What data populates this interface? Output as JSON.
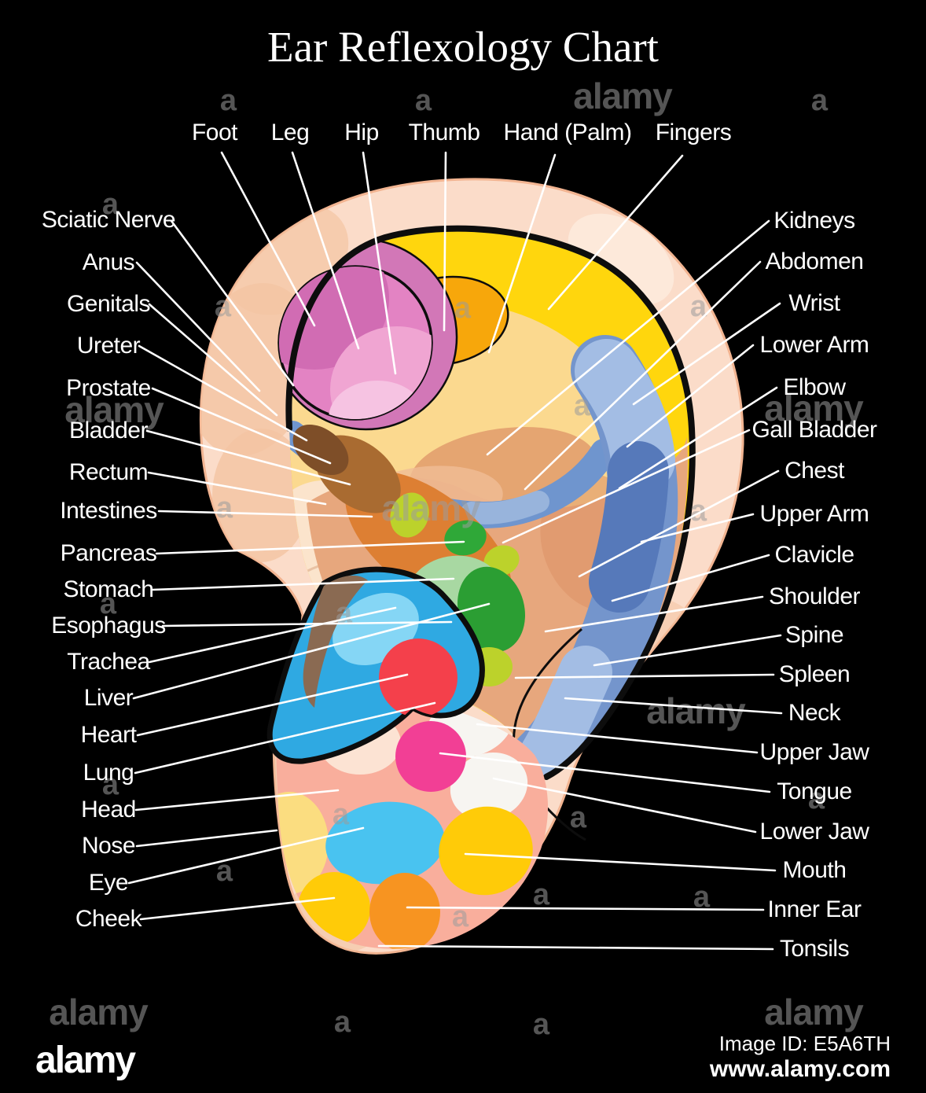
{
  "title": "Ear Reflexology Chart",
  "labels": {
    "top": [
      {
        "text": "Foot"
      },
      {
        "text": "Leg"
      },
      {
        "text": "Hip"
      },
      {
        "text": "Thumb"
      },
      {
        "text": "Hand (Palm)"
      },
      {
        "text": "Fingers"
      }
    ],
    "left": [
      {
        "text": "Sciatic Nerve"
      },
      {
        "text": "Anus"
      },
      {
        "text": "Genitals"
      },
      {
        "text": "Ureter"
      },
      {
        "text": "Prostate"
      },
      {
        "text": "Bladder"
      },
      {
        "text": "Rectum"
      },
      {
        "text": "Intestines"
      },
      {
        "text": "Pancreas"
      },
      {
        "text": "Stomach"
      },
      {
        "text": "Esophagus"
      },
      {
        "text": "Trachea"
      },
      {
        "text": "Liver"
      },
      {
        "text": "Heart"
      },
      {
        "text": "Lung"
      },
      {
        "text": "Head"
      },
      {
        "text": "Nose"
      },
      {
        "text": "Eye"
      },
      {
        "text": "Cheek"
      }
    ],
    "right": [
      {
        "text": "Kidneys"
      },
      {
        "text": "Abdomen"
      },
      {
        "text": "Wrist"
      },
      {
        "text": "Lower Arm"
      },
      {
        "text": "Elbow"
      },
      {
        "text": "Gall Bladder"
      },
      {
        "text": "Chest"
      },
      {
        "text": "Upper Arm"
      },
      {
        "text": "Clavicle"
      },
      {
        "text": "Shoulder"
      },
      {
        "text": "Spine"
      },
      {
        "text": "Spleen"
      },
      {
        "text": "Neck"
      },
      {
        "text": "Upper Jaw"
      },
      {
        "text": "Tongue"
      },
      {
        "text": "Lower Jaw"
      },
      {
        "text": "Mouth"
      },
      {
        "text": "Inner Ear"
      },
      {
        "text": "Tonsils"
      }
    ]
  },
  "watermark": {
    "a": "a",
    "alamy": "alamy"
  },
  "footer": {
    "logo": "alamy",
    "image_id": "Image ID: E5A6TH",
    "website": "www.alamy.com"
  },
  "colors": {
    "background": "#000000",
    "label_text": "#ffffff",
    "rim_peach": "#FBDCC9",
    "rim_shade": "#F4C4A3",
    "yellow_band": "#FFD60D",
    "cream": "#FBD98F",
    "orange_spot": "#F7A70B",
    "pink_dark": "#D16CB3",
    "pink_mid": "#E383C3",
    "pink_light": "#F0A5D2",
    "tan": "#E7A77D",
    "blue_band": "#7495CC",
    "blue_strip": "#6F95CE",
    "brown_dark": "#7E4E28",
    "brown_orange": "#DD7F33",
    "lime": "#BCD22B",
    "green": "#2FA838",
    "light_green": "#A8D8A2",
    "hook_blue": "#2FA9E2",
    "hook_light_blue": "#85D6F5",
    "hook_brown": "#8A6A52",
    "red_spot": "#F4404B",
    "lobe_salmon": "#F9AE9C",
    "lobe_blue": "#49C3F0",
    "lobe_yellow": "#FFCB08",
    "lobe_pale_yellow": "#FBDD80",
    "lobe_orange": "#F79421",
    "magenta": "#F23F95",
    "watermark_gray": "#9c9c9c"
  }
}
